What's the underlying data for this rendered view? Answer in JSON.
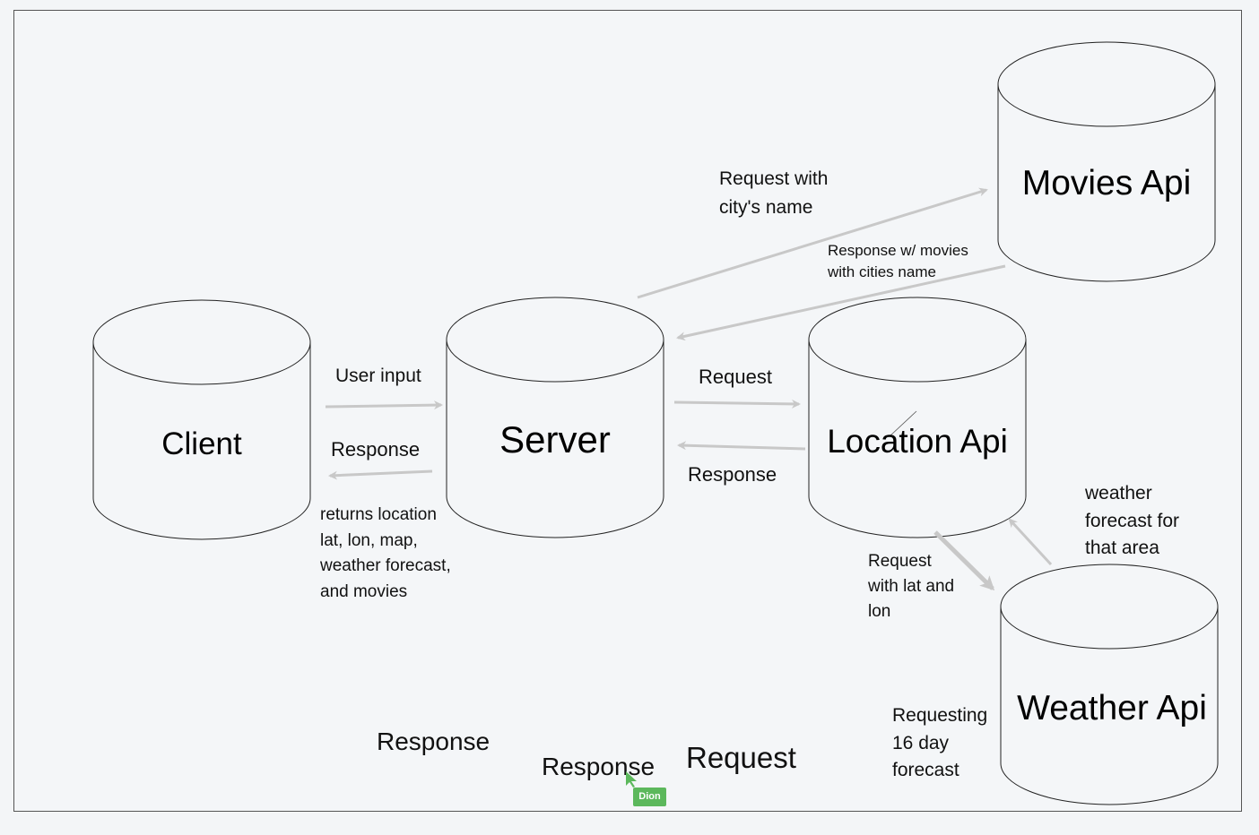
{
  "colors": {
    "background": "#f3f5f7",
    "board": "#f4f6f8",
    "stroke": "#222222",
    "arrow": "#c8c8c8",
    "cursor": "#5cb85c"
  },
  "nodes": {
    "client": "Client",
    "server": "Server",
    "location_api": "Location Api",
    "movies_api": "Movies Api",
    "weather_api": "Weather Api"
  },
  "labels": {
    "user_input": "User input",
    "response_client": "Response",
    "returns": "returns location\nlat, lon, map,\nweather forecast,\nand movies",
    "request_location": "Request",
    "response_location": "Response",
    "request_movies": "Request with\ncity's name",
    "response_movies": "Response w/ movies\nwith cities name",
    "request_weather": "Request\nwith lat and\nlon",
    "weather_forecast": "weather\nforecast for\nthat area",
    "requesting_forecast": "Requesting\n16 day\nforecast",
    "stray_response_1": "Response",
    "stray_response_2": "Response",
    "stray_request": "Request"
  },
  "cursor": {
    "icon": "pointer-arrow-icon",
    "user": "Dion"
  }
}
